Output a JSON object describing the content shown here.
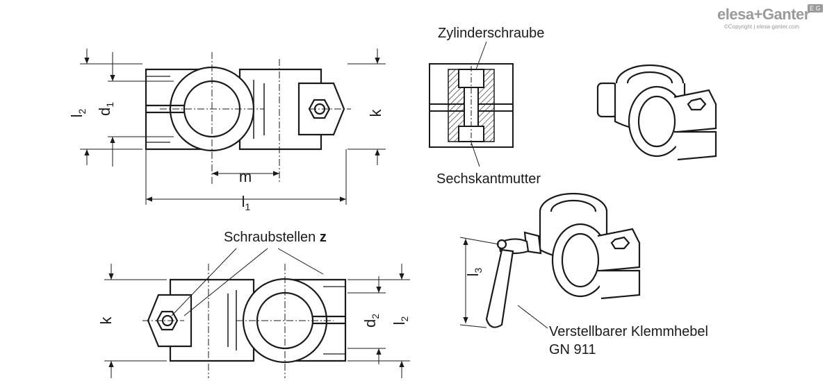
{
  "labels": {
    "screw": "Zylinderschraube",
    "nut": "Sechskantmutter",
    "screw_points_prefix": "Schraubstellen ",
    "screw_points_var": "z",
    "lever_line1": "Verstellbarer Klemmhebel",
    "lever_line2": "GN 911"
  },
  "dims": {
    "l": "l",
    "d": "d",
    "k": "k",
    "m": "m",
    "one": "1",
    "two": "2",
    "three": "3"
  },
  "logo": {
    "brand_a": "elesa",
    "plus": "+",
    "brand_b": "Ganter",
    "badge": "E G",
    "copyright": "©Copyright | elesa-ganter.com"
  }
}
